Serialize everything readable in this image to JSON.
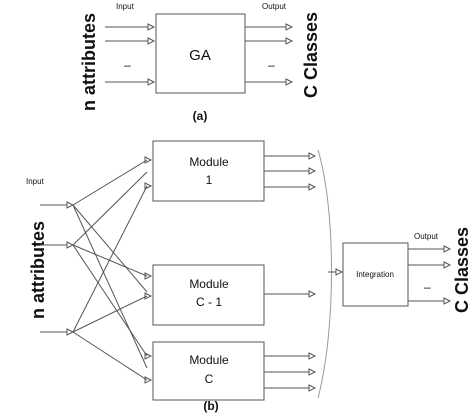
{
  "panel_a": {
    "input_label": "Input",
    "output_label": "Output",
    "side_left": "n attributes",
    "side_right": "C Classes",
    "block": "GA",
    "dash_in": "–",
    "dash_out": "–",
    "caption": "(a)"
  },
  "panel_b": {
    "input_label": "Input",
    "side_left": "n attributes",
    "modules": [
      {
        "line1": "Module",
        "line2": "1"
      },
      {
        "line1": "Module",
        "line2": "C - 1"
      },
      {
        "line1": "Module",
        "line2": "C"
      }
    ],
    "integration": "Integration",
    "output_label": "Output",
    "dash_out": "–",
    "side_right": "C Classes",
    "caption": "(b)"
  },
  "colors": {
    "line": "#555555",
    "text": "#111111",
    "background": "#ffffff"
  }
}
